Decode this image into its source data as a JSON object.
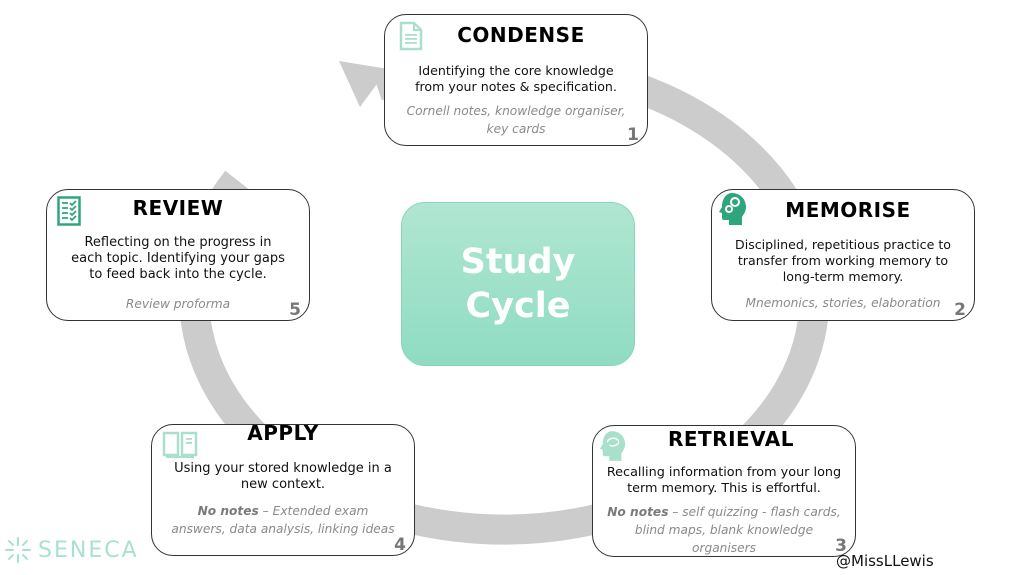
{
  "center": {
    "line1": "Study",
    "line2": "Cycle"
  },
  "colors": {
    "accent": "#8fdcc2",
    "icon_dark": "#2fa57c",
    "icon_light": "#a9e0cc",
    "ring": "#cccccc"
  },
  "steps": [
    {
      "number": "1",
      "title": "CONDENSE",
      "icon": "document-icon",
      "description": "Identifying the core knowledge from your notes & specification.",
      "examples_bold": "",
      "examples": "Cornell notes, knowledge organiser, key cards"
    },
    {
      "number": "2",
      "title": "MEMORISE",
      "icon": "head-gears-icon",
      "description": "Disciplined, repetitious practice to transfer from working memory to long-term memory.",
      "examples_bold": "",
      "examples": "Mnemonics, stories, elaboration"
    },
    {
      "number": "3",
      "title": "RETRIEVAL",
      "icon": "head-brain-icon",
      "description": "Recalling information from your long term memory. This is effortful.",
      "examples_bold": "No notes",
      "examples": " – self quizzing -  flash cards, blind maps, blank knowledge organisers"
    },
    {
      "number": "4",
      "title": "APPLY",
      "icon": "book-icon",
      "description": "Using your stored knowledge in a new context.",
      "examples_bold": "No notes",
      "examples": " – Extended exam answers, data analysis, linking ideas"
    },
    {
      "number": "5",
      "title": "REVIEW",
      "icon": "checklist-icon",
      "description": "Reflecting on the progress in each topic. Identifying your gaps to feed back into the cycle.",
      "examples_bold": "",
      "examples": "Review proforma"
    }
  ],
  "logo": {
    "text": "SENECA"
  },
  "credit": {
    "handle": "@MissLLewis"
  }
}
